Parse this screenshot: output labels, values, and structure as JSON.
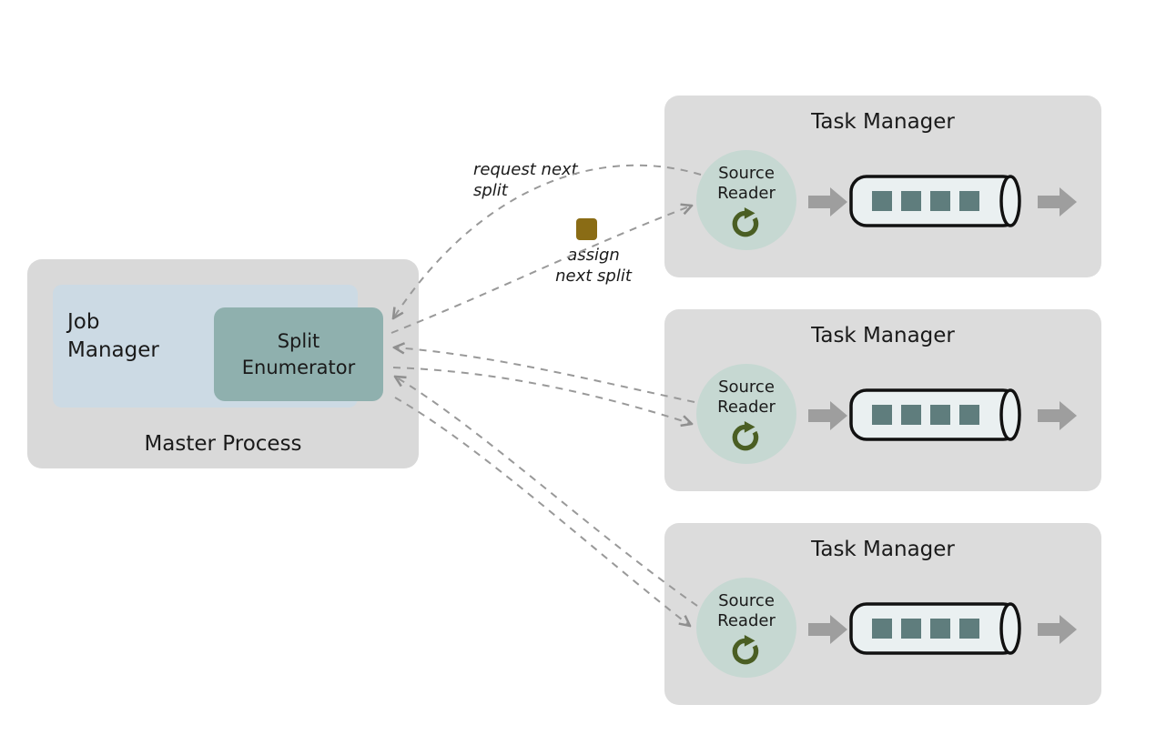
{
  "diagram": {
    "master_process": {
      "label": "Master Process",
      "job_manager": {
        "label": "Job\nManager"
      },
      "split_enumerator": {
        "label": "Split\nEnumerator"
      }
    },
    "annotations": {
      "request_next_split": "request next\nsplit",
      "assign_next_split": "assign\nnext split"
    },
    "task_managers": [
      {
        "title": "Task Manager",
        "source_reader": {
          "label": "Source\nReader"
        }
      },
      {
        "title": "Task Manager",
        "source_reader": {
          "label": "Source\nReader"
        }
      },
      {
        "title": "Task Manager",
        "source_reader": {
          "label": "Source\nReader"
        }
      }
    ],
    "colors": {
      "master_process_bg": "#d9d9d9",
      "job_manager_bg": "#ccdae4",
      "split_enumerator_bg": "#8fb0ae",
      "task_manager_bg": "#dcdcdc",
      "source_reader_circle": "#c6d8d2",
      "refresh_arrow_green": "#4a5e23",
      "queue_fill": "#eaf0f1",
      "queue_square": "#5f7d7d",
      "flow_arrow_gray": "#9e9e9e",
      "connector_gray": "#999999",
      "split_token_brown": "#8a6c15"
    }
  }
}
